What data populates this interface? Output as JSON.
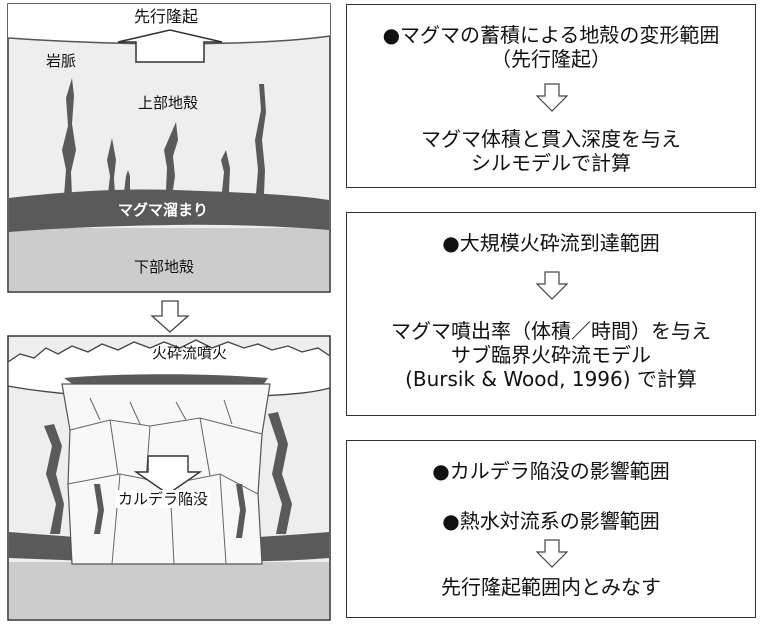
{
  "top_panel": {
    "uplift_label": "先行隆起",
    "dike_label": "岩脈",
    "upper_crust_label": "上部地殻",
    "magma_chamber_label": "マグマ溜まり",
    "lower_crust_label": "下部地殻"
  },
  "bottom_panel": {
    "eruption_label": "火砕流噴火",
    "caldera_label": "カルデラ陥没"
  },
  "box1": {
    "line1": "●マグマの蓄積による地殻の変形範囲",
    "line2": "（先行隆起）",
    "line3": "マグマ体積と貫入深度を与え",
    "line4": "シルモデルで計算"
  },
  "box2": {
    "line1": "●大規模火砕流到達範囲",
    "line2": "マグマ噴出率（体積／時間）を与え",
    "line3": "サブ臨界火砕流モデル",
    "line4": "(Bursik & Wood, 1996) で計算"
  },
  "box3": {
    "line1": "●カルデラ陥没の影響範囲",
    "line2": "●熱水対流系の影響範囲",
    "line3": "先行隆起範囲内とみなす"
  },
  "colors": {
    "upper_crust": "#eeeeee",
    "magma": "#5a5a5a",
    "lower_crust": "#cccccc",
    "border": "#333333"
  }
}
